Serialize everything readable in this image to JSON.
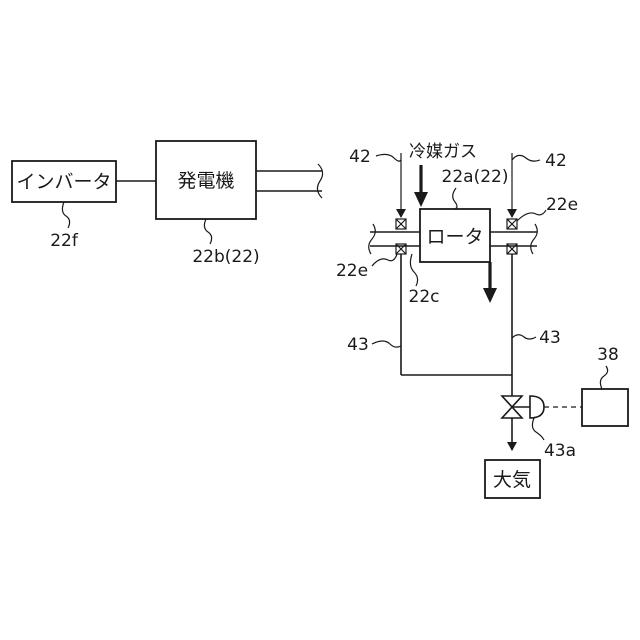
{
  "boxes": {
    "inverter": "インバータ",
    "generator": "発電機",
    "rotor": "ロータ",
    "atmosphere": "大気"
  },
  "labels": {
    "refrigerant_gas": "冷媒ガス",
    "ref_22f": "22f",
    "ref_22b": "22b(22)",
    "ref_22a": "22a(22)",
    "ref_42_left": "42",
    "ref_42_right": "42",
    "ref_22e_top": "22e",
    "ref_22e_left": "22e",
    "ref_22c": "22c",
    "ref_43_left": "43",
    "ref_43_right": "43",
    "ref_38": "38",
    "ref_43a": "43a"
  }
}
